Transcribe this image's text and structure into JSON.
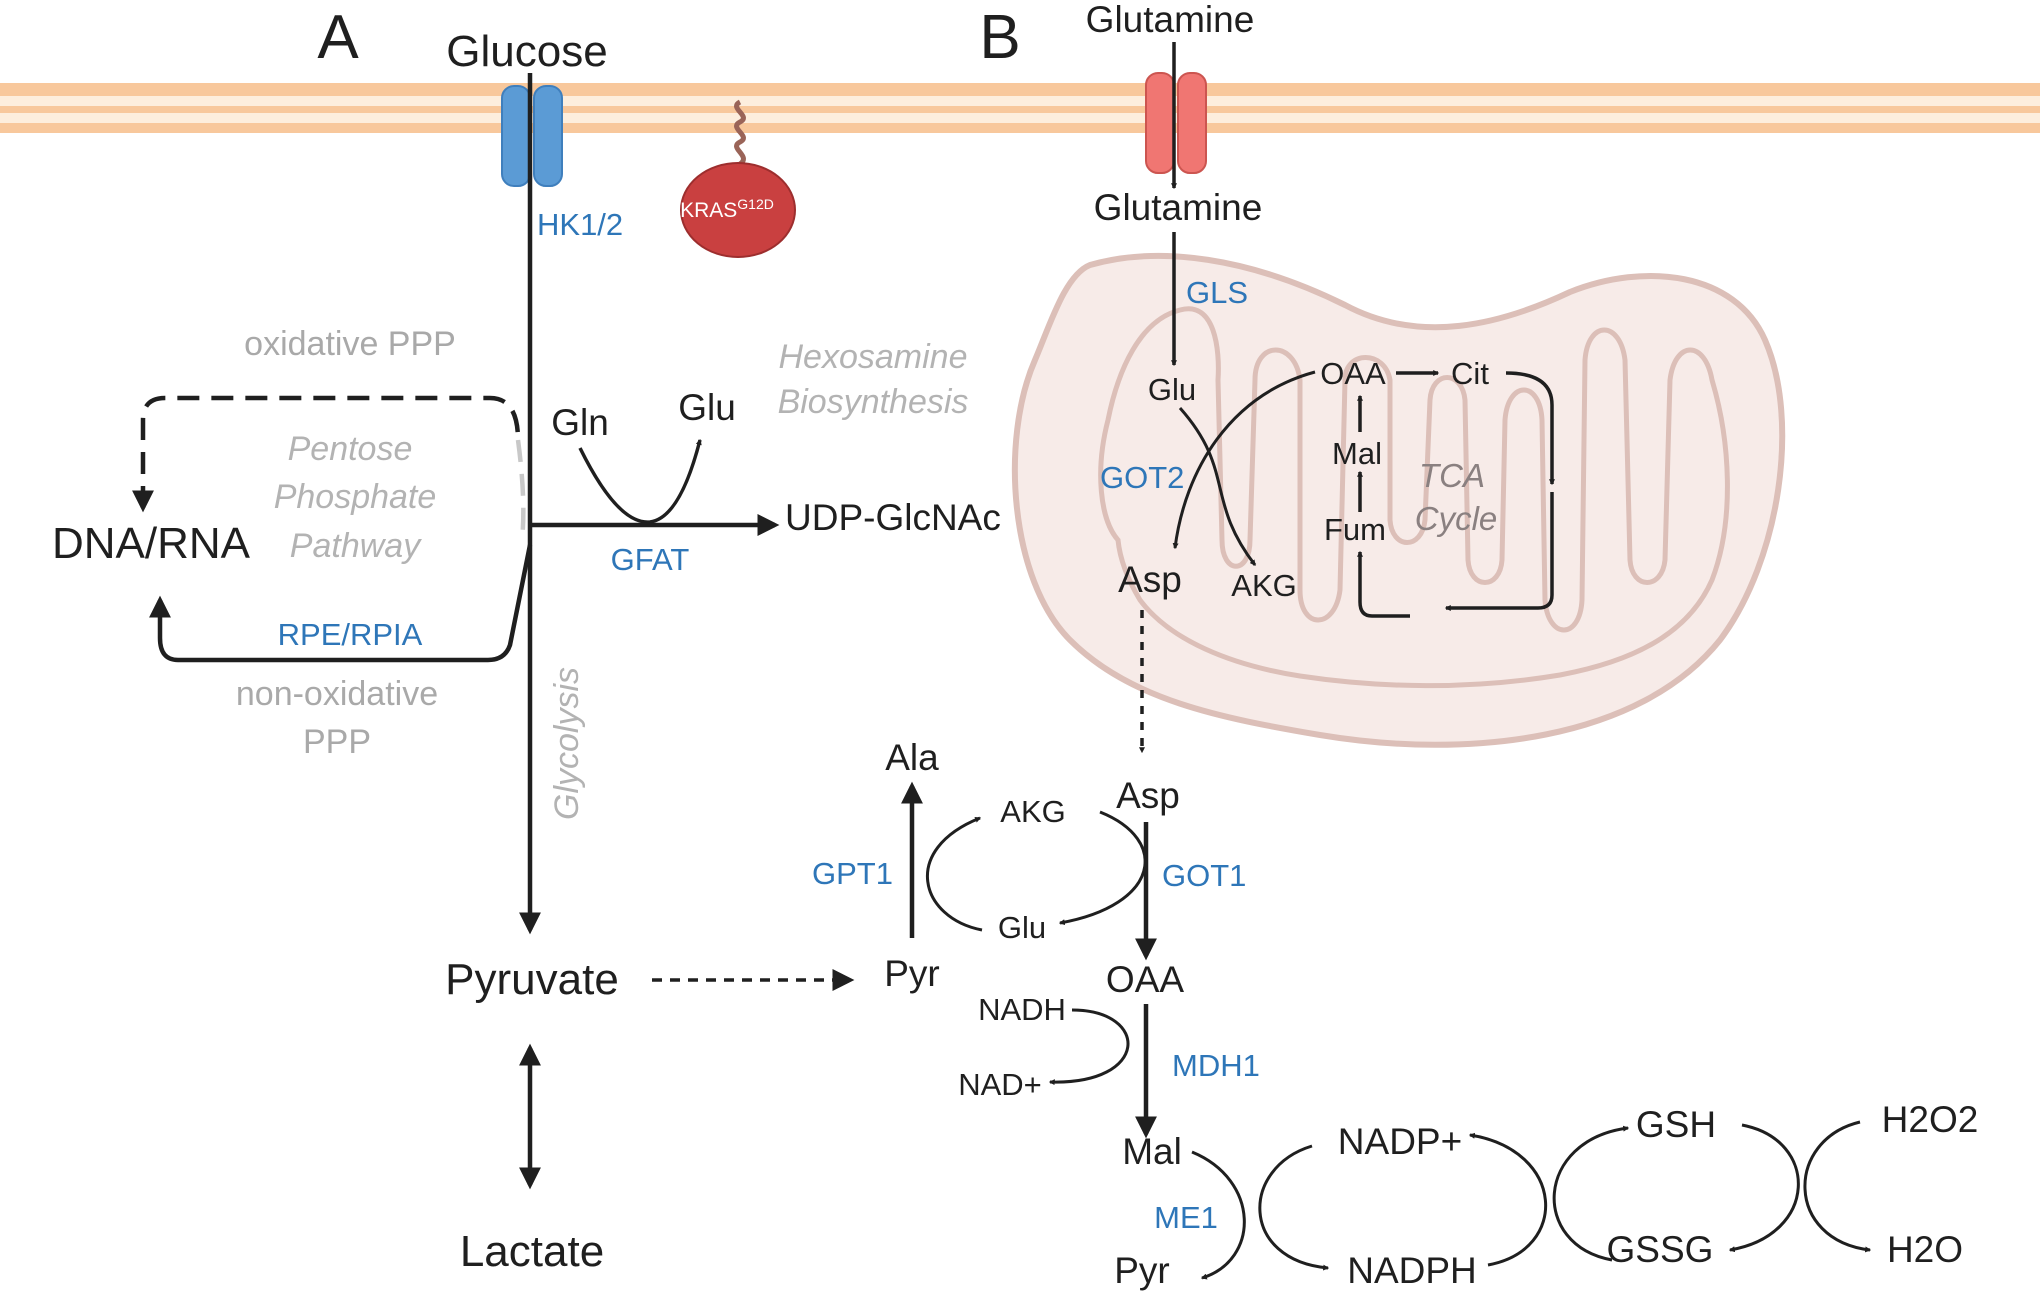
{
  "panels": {
    "a": "A",
    "b": "B"
  },
  "kras": {
    "label": "KRAS",
    "superscript": "G12D"
  },
  "glycolysis": {
    "glucose": "Glucose",
    "hk": "HK1/2",
    "glycolysis_label": "Glycolysis",
    "pyruvate": "Pyruvate",
    "lactate": "Lactate"
  },
  "ppp": {
    "oxidative": "oxidative PPP",
    "pathway_line1": "Pentose",
    "pathway_line2": "Phosphate",
    "pathway_line3": "Pathway",
    "dna_rna": "DNA/RNA",
    "rpe_rpia": "RPE/RPIA",
    "non_oxidative_line1": "non-oxidative",
    "non_oxidative_line2": "PPP"
  },
  "hexosamine": {
    "line1": "Hexosamine",
    "line2": "Biosynthesis",
    "gln": "Gln",
    "glu": "Glu",
    "gfat": "GFAT",
    "udp": "UDP-GlcNAc"
  },
  "glutamine": {
    "outside": "Glutamine",
    "inside": "Glutamine",
    "gls": "GLS"
  },
  "mito": {
    "glu": "Glu",
    "got2": "GOT2",
    "asp": "Asp",
    "akg": "AKG",
    "oaa": "OAA",
    "cit": "Cit",
    "mal": "Mal",
    "fum": "Fum",
    "tca_line1": "TCA",
    "tca_line2": "Cycle"
  },
  "cytosol": {
    "asp": "Asp",
    "ala": "Ala",
    "akg": "AKG",
    "gpt1": "GPT1",
    "got1": "GOT1",
    "glu": "Glu",
    "pyr": "Pyr",
    "oaa": "OAA",
    "nadh": "NADH",
    "nad": "NAD+",
    "mdh1": "MDH1",
    "mal": "Mal",
    "me1": "ME1",
    "pyr2": "Pyr",
    "nadp": "NADP+",
    "nadph": "NADPH",
    "gsh": "GSH",
    "gssg": "GSSG",
    "h2o2": "H2O2",
    "h2o": "H2O"
  },
  "colors": {
    "membrane": "#f8c89c",
    "glucose_transporter": "#5b9bd5",
    "glutamine_transporter": "#f07672",
    "kras": "#c94040",
    "mitochondrion_fill": "#f7ebe8",
    "mitochondrion_stroke": "#dcbfb8",
    "enzyme_text": "#2e76b8"
  }
}
